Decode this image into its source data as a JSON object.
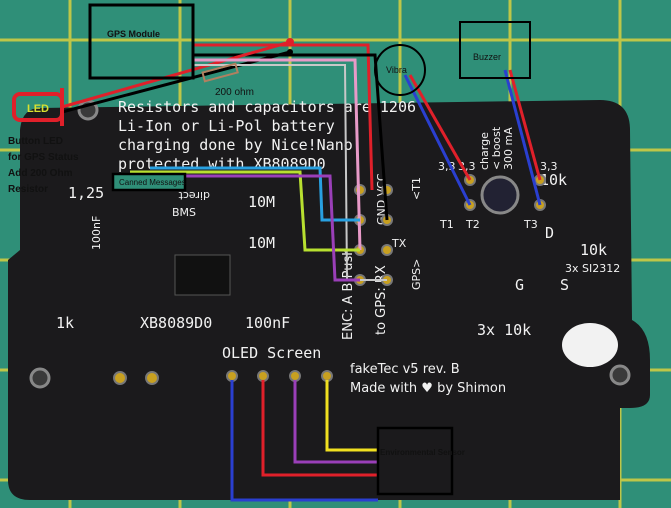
{
  "colors": {
    "mat": "#2f8f78",
    "grid": "#d8d040",
    "pcb": "#1b1a1c",
    "silk": "#f2f2f2",
    "red": "#e0202a",
    "blue": "#2a3fd0",
    "black": "#000000",
    "yellow": "#f0e020",
    "purple": "#9a3fb8",
    "pink": "#e89ac8",
    "cyan": "#28a0e0",
    "lime": "#b8e030",
    "grey": "#c8c8c8"
  },
  "annotations": {
    "gps_module": "GPS Module",
    "canned_messages": "Canned Messages",
    "vibra": "Vibra",
    "buzzer": "Buzzer",
    "environmental_sensor": "Environmental Sensor",
    "led": "LED",
    "resistor": "200 ohm",
    "button_led_note": [
      "Button LED",
      "for GPS Status",
      "Add 200 Ohm",
      "Resistor"
    ]
  },
  "silkscreen": {
    "notes": [
      "Resistors and capacitors are 1206",
      "Li-Ion or Li-Pol battery",
      "charging done by Nice!Nano",
      "protected with XB8089D0"
    ],
    "jst": "1,25",
    "direct": "direct",
    "bms": "BMS",
    "r1": "10M",
    "r2": "10M",
    "c1": "100nF",
    "c2": "100nF",
    "ic": "XB8089D0",
    "r3": "1k",
    "enc": "ENC: A  B  Push",
    "gnd_vcc": "GND VCC",
    "tx": "TX",
    "gps_rx": "to GPS: RX",
    "gps_jumper": "GPS>",
    "t1_jumper": "<T1",
    "v33a": "3,3",
    "v33b": "3,3",
    "v33c": "3,3",
    "charge": "charge",
    "boost": "< boost",
    "ma": "300 mA",
    "t1": "T1",
    "t2": "T2",
    "t3": "T3",
    "r10k_a": "10k",
    "r10k_b": "10k",
    "mosfet": "3x SI2312",
    "d": "D",
    "g": "G",
    "s": "S",
    "r3x10k": "3x 10k",
    "oled": "OLED Screen",
    "version": "fakeTec v5 rev. B",
    "made": "Made with ♥ by Shimon"
  }
}
